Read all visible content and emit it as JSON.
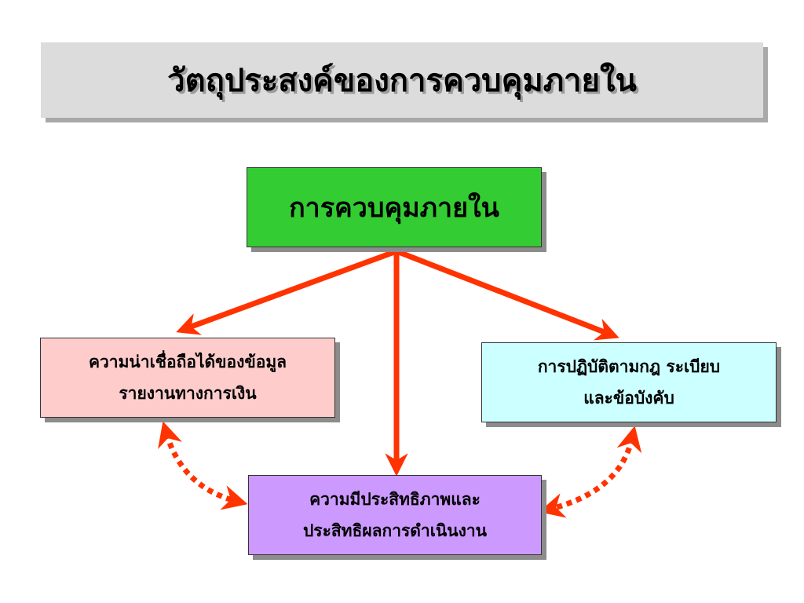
{
  "title": "วัตถุประสงค์ของการควบคุมภายใน",
  "top_box": {
    "label": "การควบคุมภายใน"
  },
  "left_box": {
    "lines": [
      "ความน่าเชื่อถือได้ของข้อมูล",
      "รายงานทางการเงิน"
    ]
  },
  "right_box": {
    "lines": [
      "การปฏิบัติตามกฎ ระเบียบ",
      "และข้อบังคับ"
    ]
  },
  "bottom_box": {
    "lines": [
      "ความมีประสิทธิภาพและ",
      "ประสิทธิผลการดำเนินงาน"
    ]
  },
  "colors": {
    "title_bg": "#dcdcdc",
    "top_box": "#33cc33",
    "left_box": "#ffcccc",
    "right_box": "#ccffff",
    "bottom_box": "#cc99ff",
    "arrow": "#ff3300"
  }
}
